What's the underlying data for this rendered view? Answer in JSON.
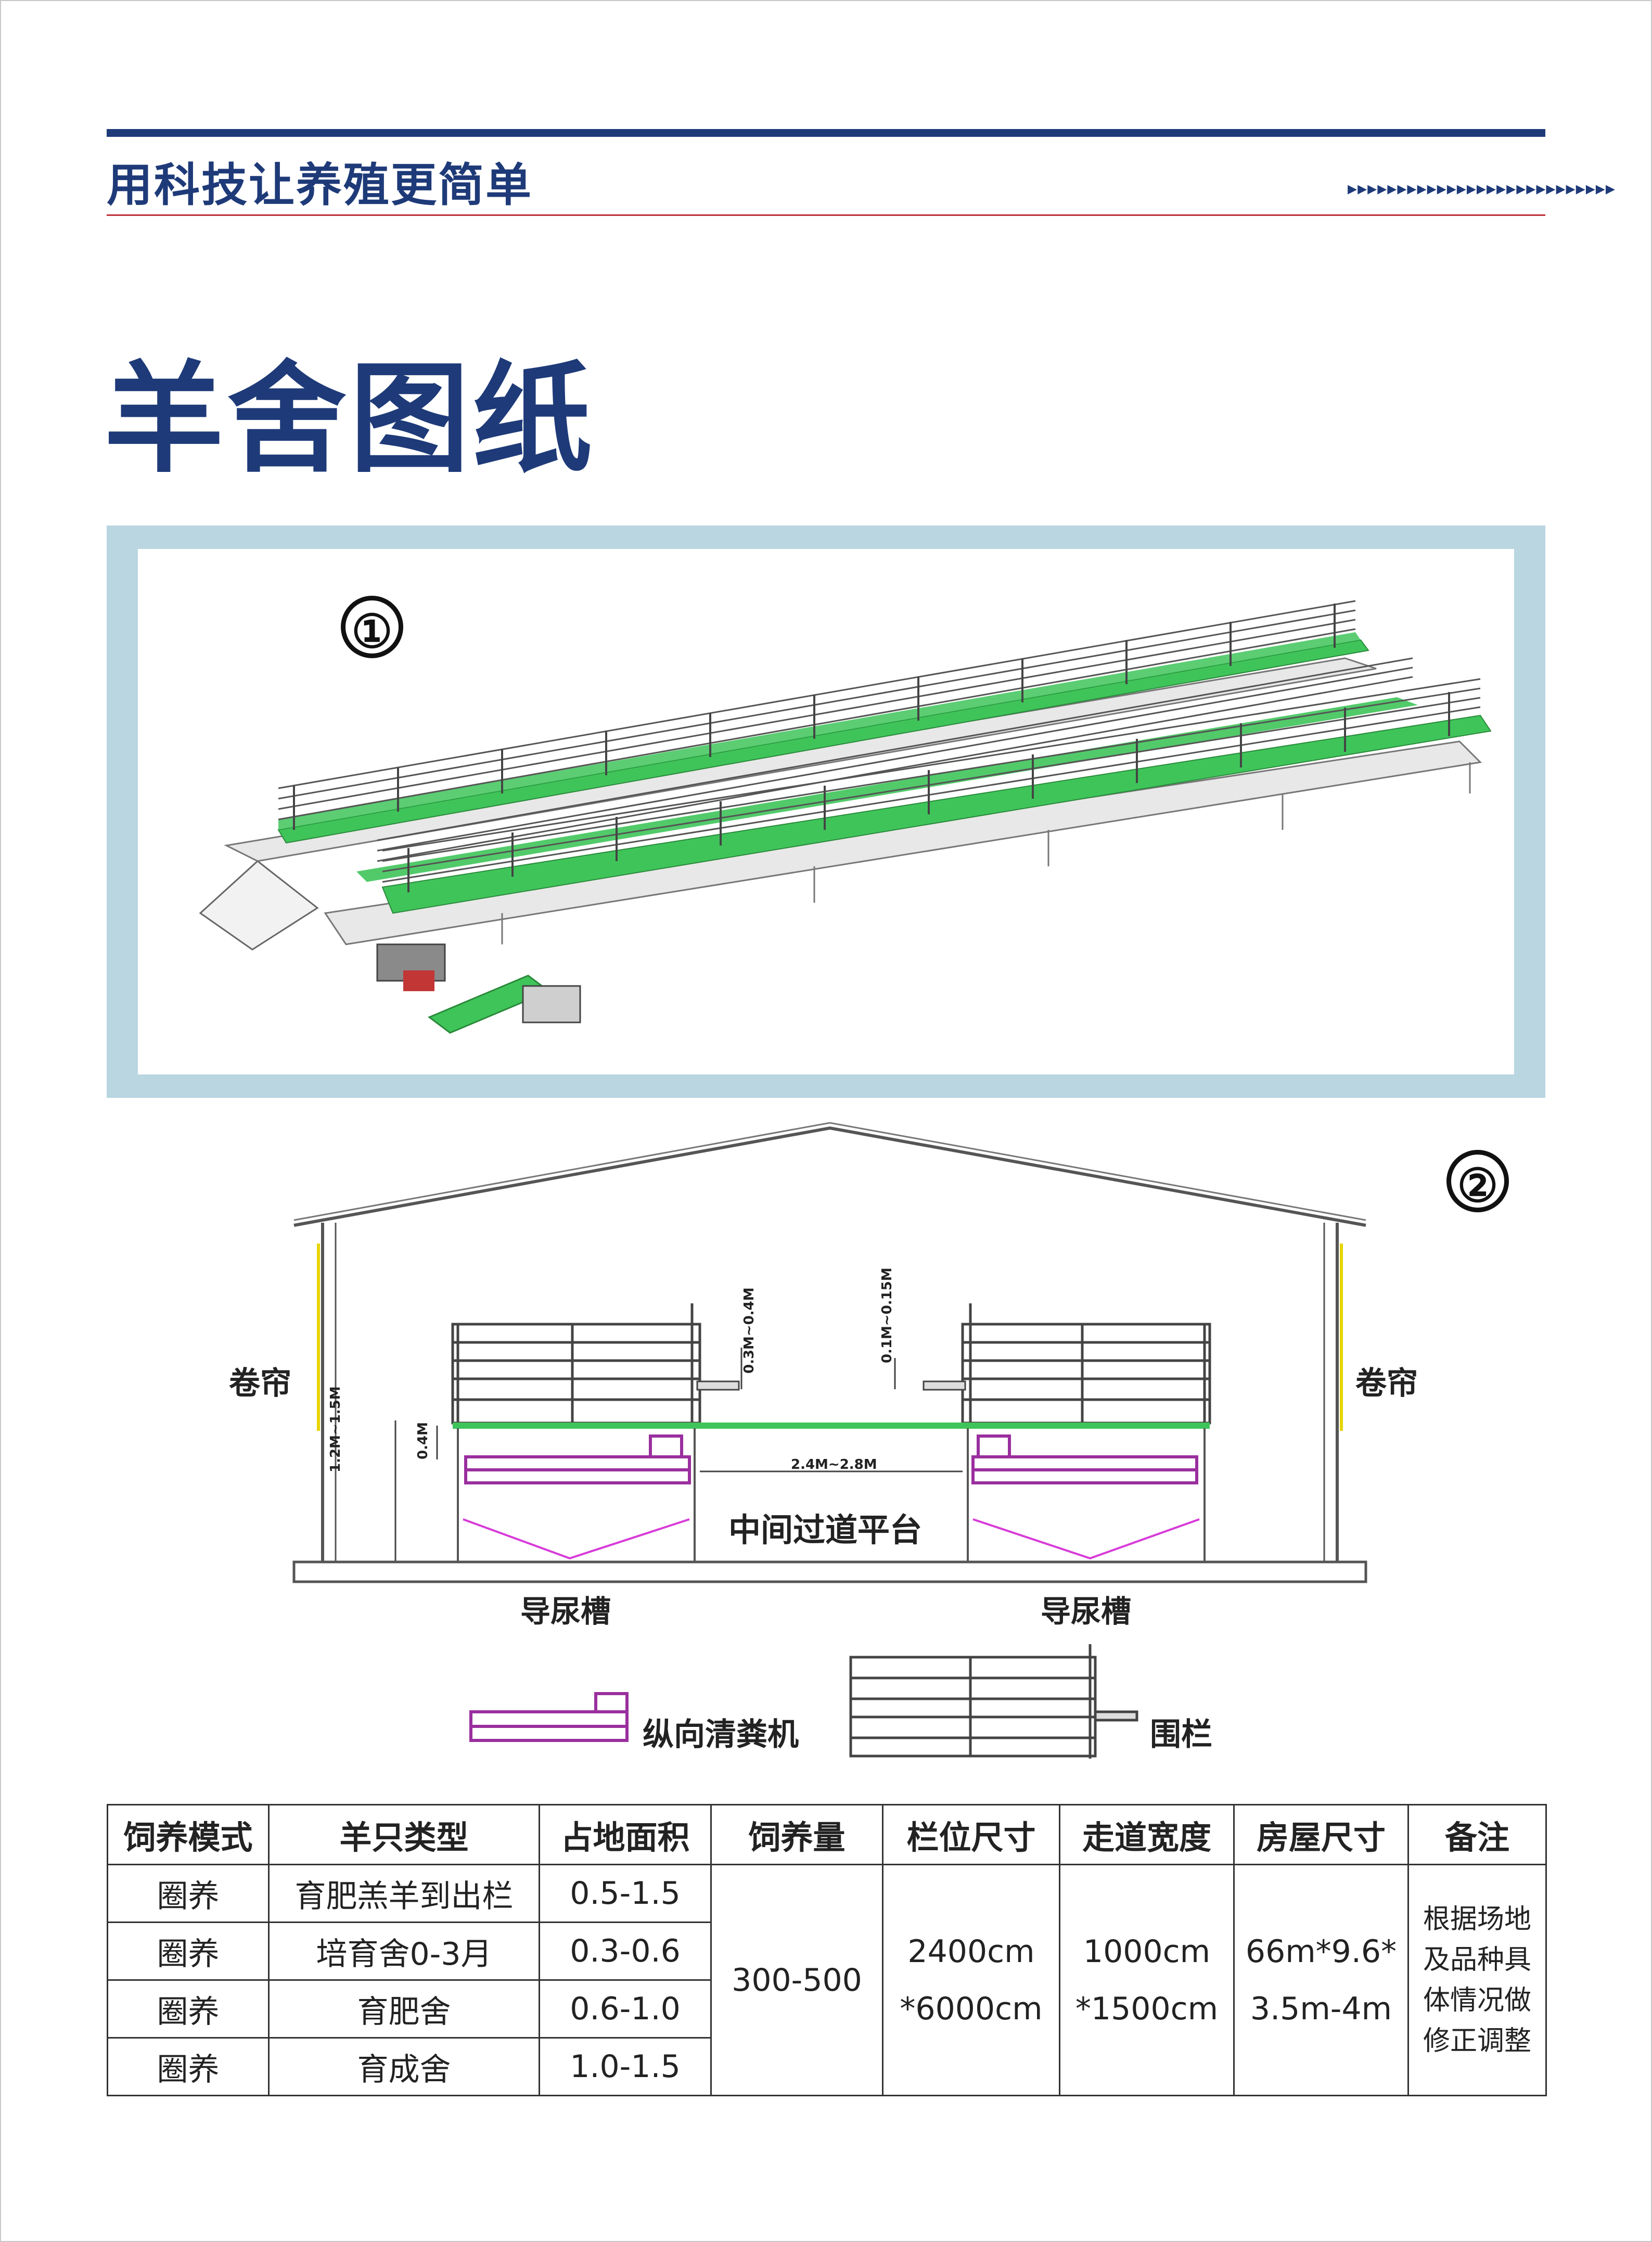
{
  "header": {
    "slogan": "用科技让养殖更简单",
    "arrows": "▸▸▸▸▸▸▸▸▸▸▸▸▸▸▸▸▸▸▸▸▸▸▸▸▸▸▸"
  },
  "title": "羊舍图纸",
  "figure1": {
    "number": "①"
  },
  "figure2": {
    "number": "②",
    "curtain_left": "卷帘",
    "curtain_right": "卷帘",
    "dim_side_height": "1.2M~1.5M",
    "dim_floor_gap": "0.4M",
    "dim_left_drop": "0.3M~0.4M",
    "dim_right_drop": "0.1M~0.15M",
    "dim_aisle_width": "2.4M~2.8M",
    "aisle_label": "中间过道平台",
    "urine_left": "导尿槽",
    "urine_right": "导尿槽"
  },
  "legend": {
    "cleaner_label": "纵向清粪机",
    "fence_label": "围栏"
  },
  "colors": {
    "brand_blue": "#1e3a78",
    "accent_red": "#c0303a",
    "panel_bg": "#b9d6e1",
    "slat_green": "#3fc45a",
    "cleaner_purple": "#9a2f9e"
  },
  "table": {
    "headers": [
      "饲养模式",
      "羊只类型",
      "占地面积",
      "饲养量",
      "栏位尺寸",
      "走道宽度",
      "房屋尺寸",
      "备注"
    ],
    "rows": [
      {
        "mode": "圈养",
        "type": "育肥羔羊到出栏",
        "area": "0.5-1.5"
      },
      {
        "mode": "圈养",
        "type": "培育舍0-3月",
        "area": "0.3-0.6"
      },
      {
        "mode": "圈养",
        "type": "育肥舍",
        "area": "0.6-1.0"
      },
      {
        "mode": "圈养",
        "type": "育成舍",
        "area": "1.0-1.5"
      }
    ],
    "capacity": "300-500",
    "pen_size_line1": "2400cm",
    "pen_size_line2": "*6000cm",
    "aisle_width_line1": "1000cm",
    "aisle_width_line2": "*1500cm",
    "house_size_line1": "66m*9.6*",
    "house_size_line2": "3.5m-4m",
    "note_lines": [
      "根据场地",
      "及品种具",
      "体情况做",
      "修正调整"
    ]
  }
}
